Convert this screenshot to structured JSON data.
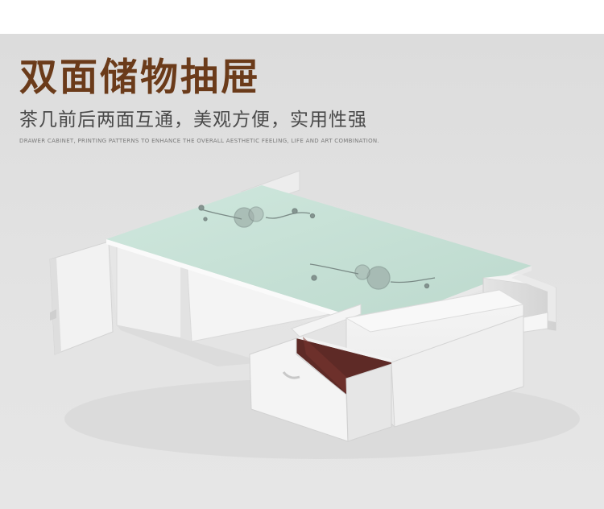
{
  "header": {
    "title": "双面储物抽屉",
    "subtitle": "茶几前后两面互通，美观方便，实用性强",
    "caption": "DRAWER CABINET, PRINTING PATTERNS TO ENHANCE THE OVERALL AESTHETIC FEELING, LIFE AND ART COMBINATION."
  },
  "colors": {
    "title": "#6b3b1a",
    "background": "#e0e0e0",
    "glass_top": "#c6e0d6",
    "cabinet": "#f1f1f1",
    "drawer_inner": "#5e2a26"
  },
  "product_image": {
    "subject": "coffee table with drawers",
    "icon": "coffee-table-illustration"
  }
}
